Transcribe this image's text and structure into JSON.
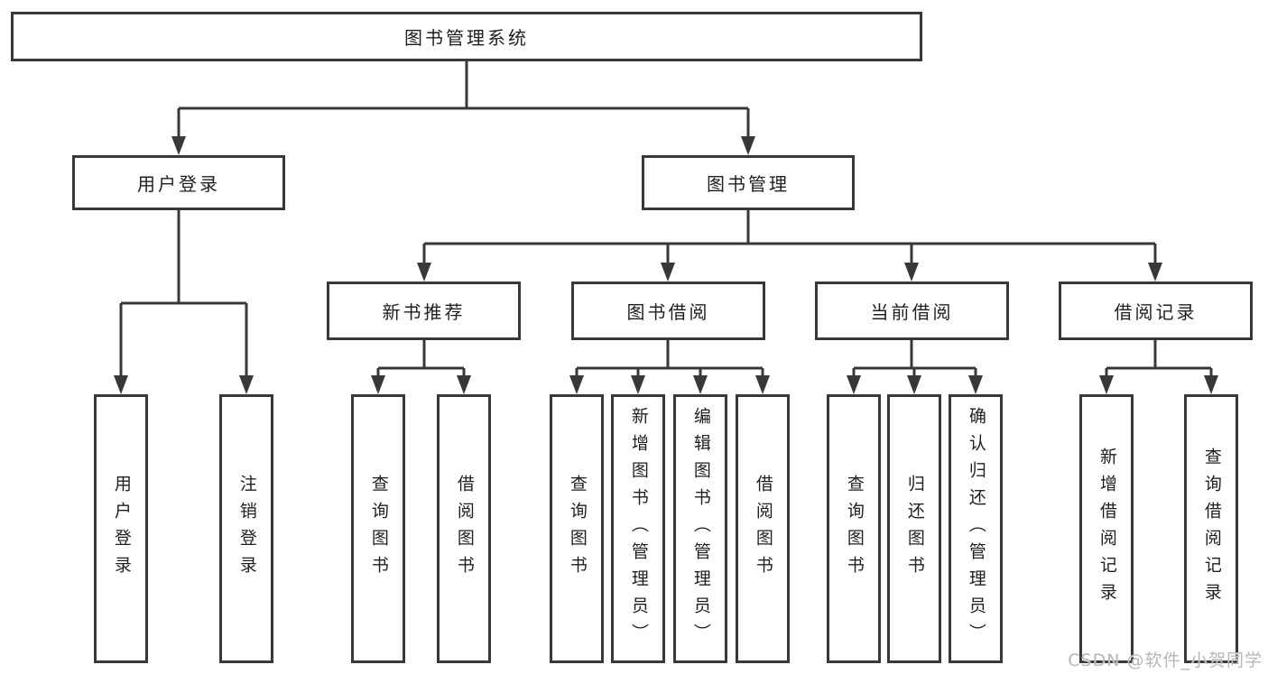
{
  "watermark": {
    "text": "CSDN @软件_小贺同学"
  },
  "colors": {
    "line": "#383838",
    "box_border": "#383838",
    "text": "#1f1f1f",
    "watermark": "#b6b6bb",
    "background": "#ffffff"
  },
  "tree": {
    "root": {
      "label": "图书管理系统"
    },
    "level1": [
      {
        "label": "用户登录",
        "children": [
          {
            "label": "用户登录"
          },
          {
            "label": "注销登录"
          }
        ]
      },
      {
        "label": "图书管理",
        "children": [
          {
            "label": "新书推荐",
            "children": [
              {
                "label": "查询图书"
              },
              {
                "label": "借阅图书"
              }
            ]
          },
          {
            "label": "图书借阅",
            "children": [
              {
                "label": "查询图书"
              },
              {
                "label": "新增图书（管理员）"
              },
              {
                "label": "编辑图书（管理员）"
              },
              {
                "label": "借阅图书"
              }
            ]
          },
          {
            "label": "当前借阅",
            "children": [
              {
                "label": "查询图书"
              },
              {
                "label": "归还图书"
              },
              {
                "label": "确认归还（管理员）"
              }
            ]
          },
          {
            "label": "借阅记录",
            "children": [
              {
                "label": "新增借阅记录"
              },
              {
                "label": "查询借阅记录"
              }
            ]
          }
        ]
      }
    ]
  }
}
